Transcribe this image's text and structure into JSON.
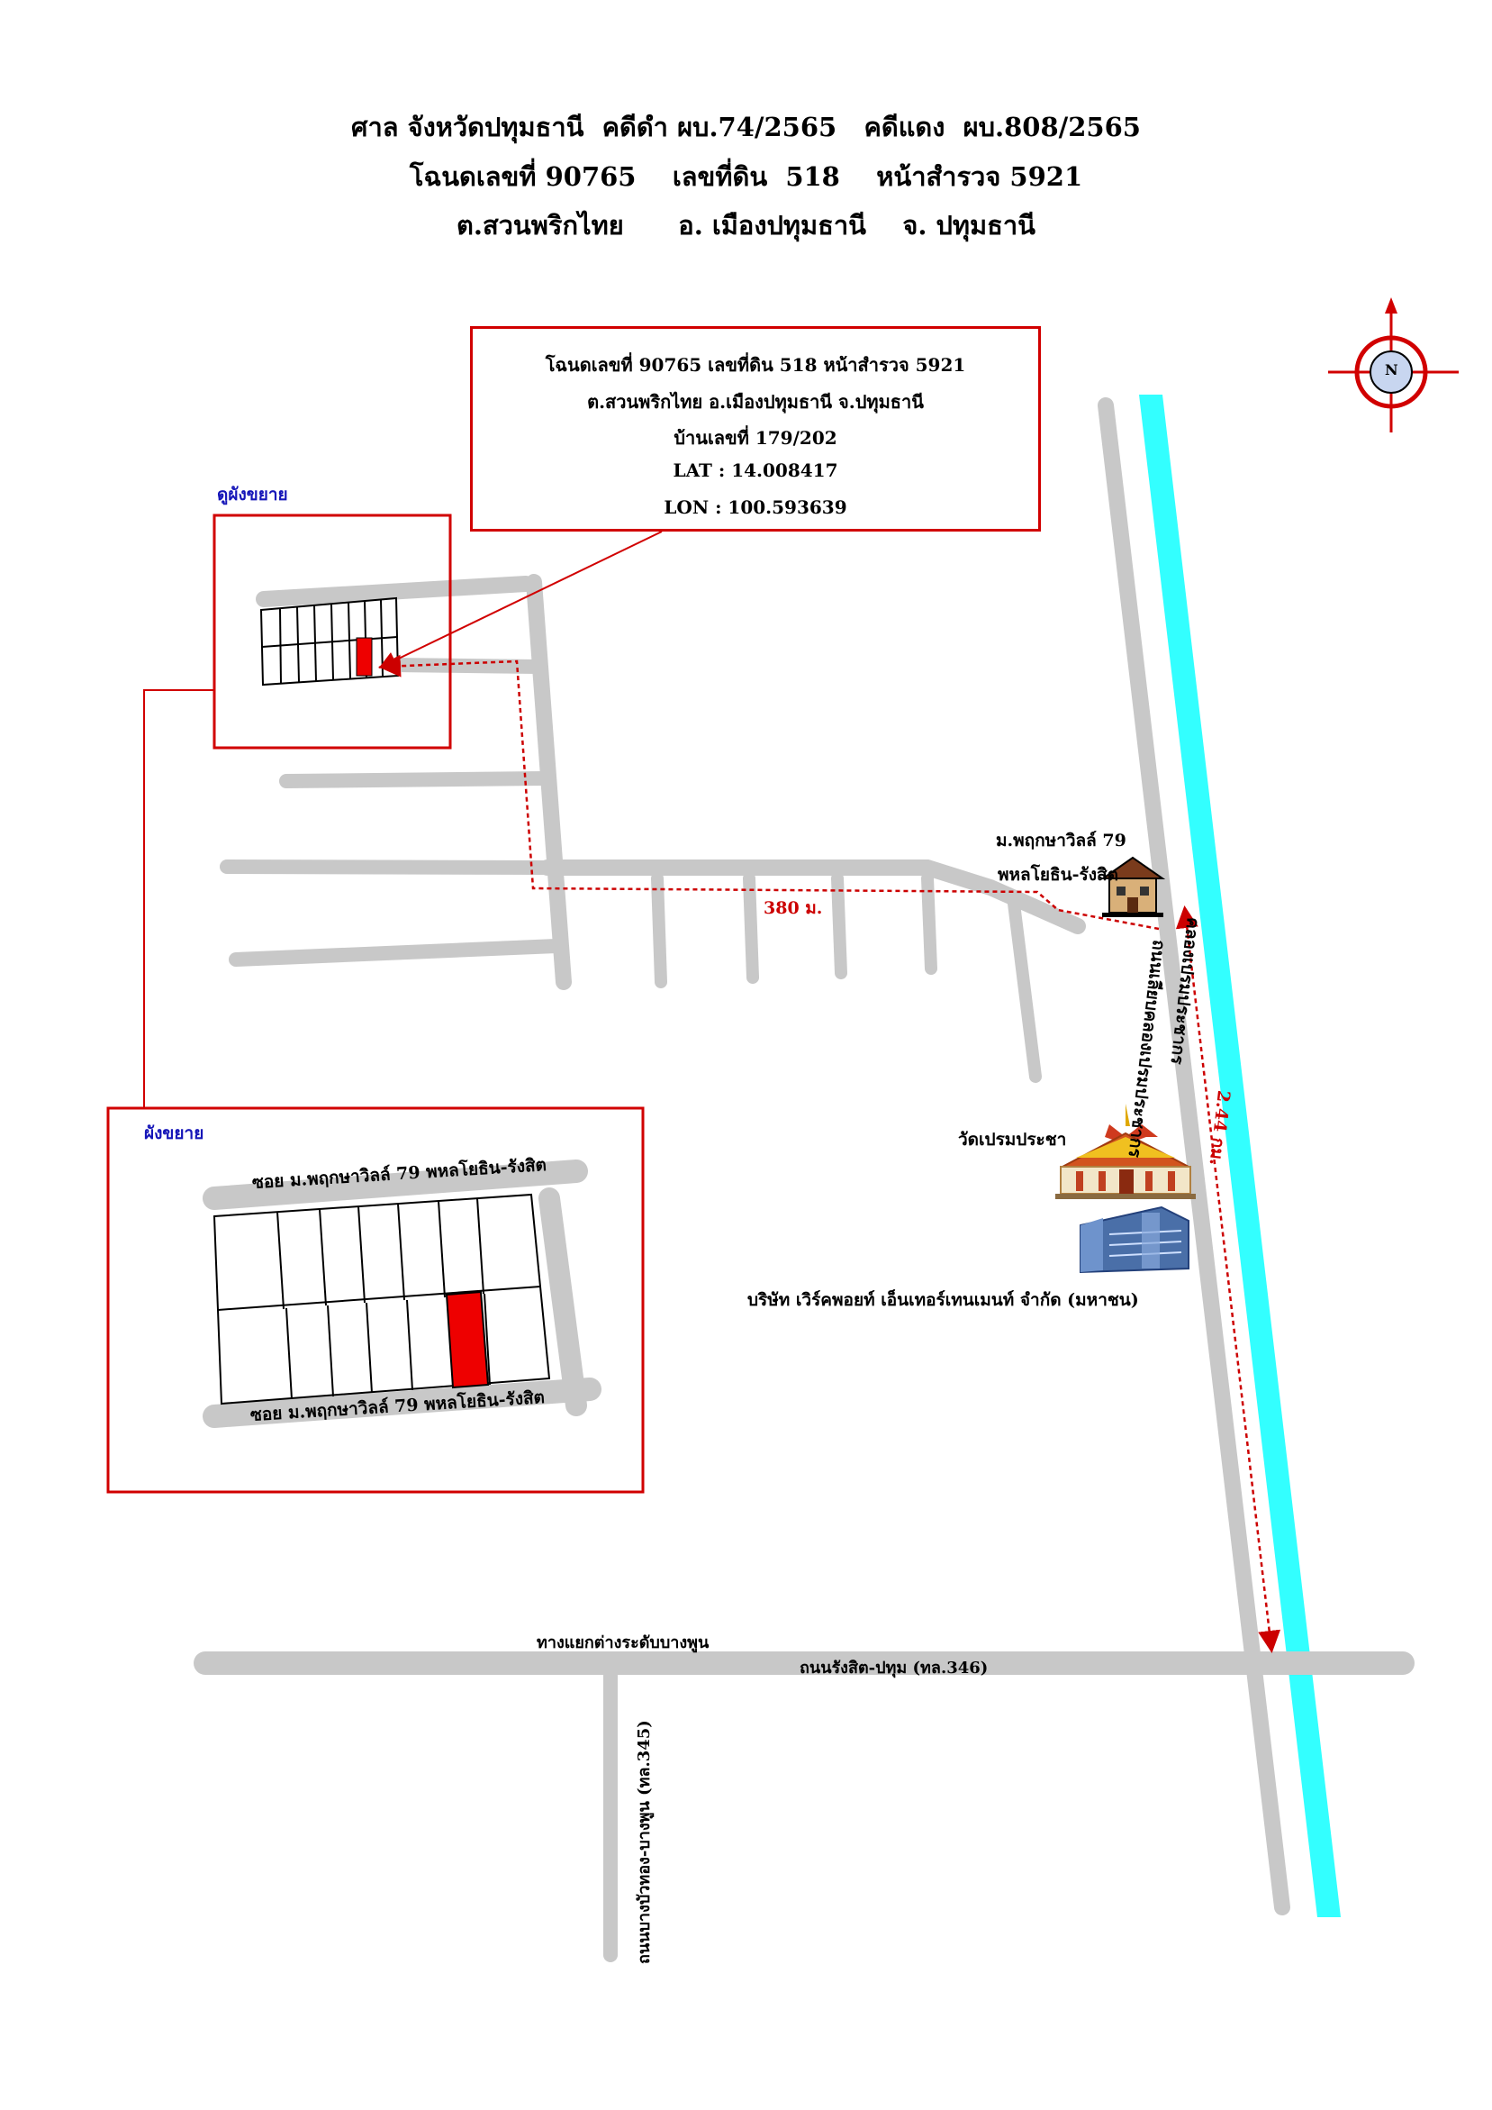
{
  "header": {
    "line1": "ศาล จังหวัดปทุมธานี  คดีดำ ผบ.74/2565   คดีแดง  ผบ.808/2565",
    "line2": "โฉนดเลขที่ 90765    เลขที่ดิน  518    หน้าสำรวจ 5921",
    "line3": "ต.สวนพริกไทย      อ. เมืองปทุมธานี    จ. ปทุมธานี"
  },
  "info_box": {
    "line1": "โฉนดเลขที่ 90765 เลขที่ดิน 518 หน้าสำรวจ 5921",
    "line2": "ต.สวนพริกไทย อ.เมืองปทุมธานี จ.ปทุมธานี",
    "line3": "บ้านเลขที่ 179/202",
    "line4": "LAT : 14.008417",
    "line5": "LON : 100.593639"
  },
  "compass": {
    "label": "N"
  },
  "labels": {
    "see_enlarged": "ดูผังขยาย",
    "enlarged_plan": "ผังขยาย",
    "soi_top": "ซอย ม.พฤกษาวิลล์ 79 พหลโยธิน-รังสิต",
    "soi_bottom": "ซอย ม.พฤกษาวิลล์ 79 พหลโยธิน-รังสิต",
    "village_line1": "ม.พฤกษาวิลล์ 79",
    "village_line2": "พหลโยธิน-รังสิต",
    "distance_380": "380 ม.",
    "canal": "คลองเปรมประชากร",
    "canal_road": "ถนนเลียบคลองเปรมประชากร",
    "distance_244": "2.44 กม.",
    "temple": "วัดเปรมประชา",
    "company": "บริษัท เวิร์คพอยท์ เอ็นเทอร์เทนเมนท์ จำกัด (มหาชน)",
    "interchange": "ทางแยกต่างระดับบางพูน",
    "rangsit_road": "ถนนรังสิต-ปทุม (ทล.346)",
    "bangbuathong_road": "ถนนบางบัวทอง-บางพูน (ทล.345)"
  },
  "icons": [
    "compass-icon",
    "house-icon",
    "temple-icon",
    "building-icon"
  ],
  "colors": {
    "road": "#c8c8c8",
    "canal": "#33ffff",
    "frame": "#d10000",
    "plot": "#ee0000",
    "route": "#cc0000",
    "label_blue": "#1515b8"
  }
}
